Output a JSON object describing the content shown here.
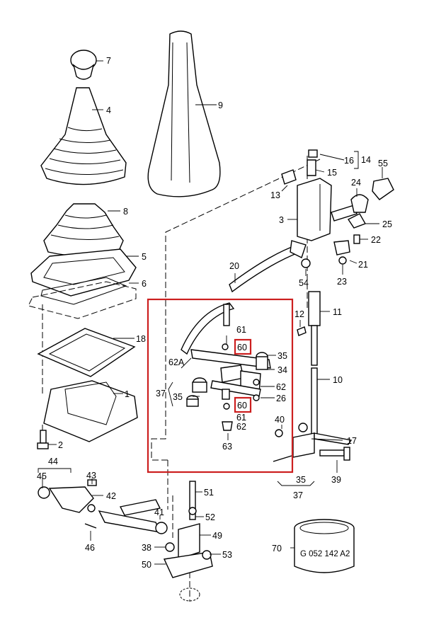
{
  "labels": {
    "p7": "7",
    "p4": "4",
    "p9": "9",
    "p8": "8",
    "p5": "5",
    "p6": "6",
    "p18": "18",
    "p1": "1",
    "p2": "2",
    "p44": "44",
    "p45": "45",
    "p43": "43",
    "p42": "42",
    "p46": "46",
    "p41": "41",
    "p38": "38",
    "p50": "50",
    "p51": "51",
    "p52": "52",
    "p49": "49",
    "p53": "53",
    "p14": "14",
    "p16": "16",
    "p15": "15",
    "p13": "13",
    "p55": "55",
    "p24": "24",
    "p3": "3",
    "p25": "25",
    "p22": "22",
    "p21": "21",
    "p54": "54",
    "p23": "23",
    "p20": "20",
    "p11": "11",
    "p12": "12",
    "p10": "10",
    "p61a": "61",
    "p60a": "60",
    "p35a": "35",
    "p62A": "62A",
    "p34": "34",
    "p37a": "37",
    "p35b": "35",
    "p62a": "62",
    "p26": "26",
    "p60b": "60",
    "p61b": "61",
    "p62b": "62",
    "p63": "63",
    "p40": "40",
    "p17": "17",
    "p39": "39",
    "p35c": "35",
    "p37b": "37",
    "p70": "70"
  },
  "part_stamp": "G 052 142 A2",
  "highlight_color": "#cc1f1f"
}
